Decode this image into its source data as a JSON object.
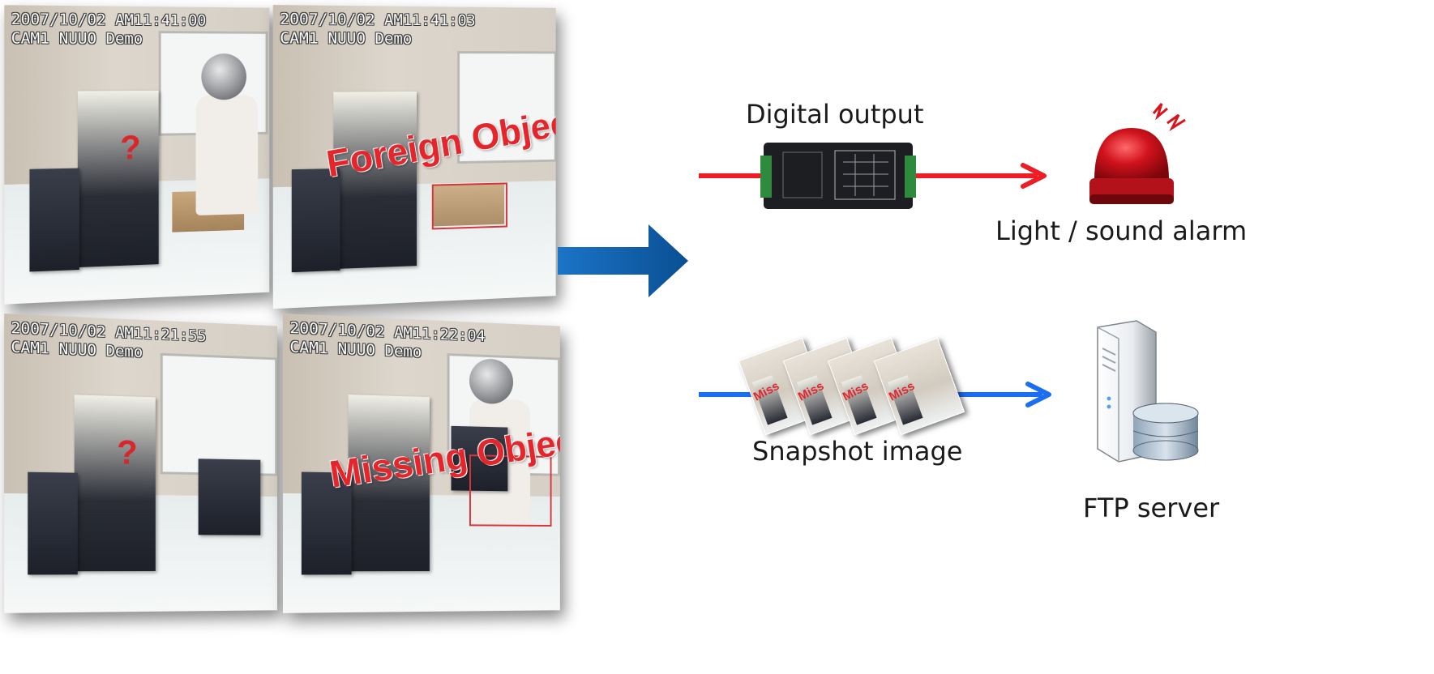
{
  "frames": {
    "top_left": {
      "timestamp": "2007/10/02 AM11:41:00",
      "camera": "CAM1 NUUO Demo"
    },
    "top_right": {
      "timestamp": "2007/10/02 AM11:41:03",
      "camera": "CAM1 NUUO Demo",
      "alert": "Foreign Object"
    },
    "bottom_left": {
      "timestamp": "2007/10/02 AM11:21:55",
      "camera": "CAM1 NUUO Demo"
    },
    "bottom_right": {
      "timestamp": "2007/10/02 AM11:22:04",
      "camera": "CAM1 NUUO Demo",
      "alert": "Missing Object"
    }
  },
  "outputs": {
    "digital_output_label": "Digital output",
    "alarm_label": "Light / sound alarm",
    "snapshot_label": "Snapshot image",
    "ftp_label": "FTP server"
  },
  "colors": {
    "alarm_arrow": "#ee1c24",
    "snapshot_arrow": "#1a6ff0",
    "main_arrow": "#0f5ca6",
    "alert_text": "#e3262b"
  },
  "icons": [
    "big-right-arrow-icon",
    "io-relay-box-icon",
    "red-siren-icon",
    "snapshot-stack-icon",
    "ftp-server-icon"
  ]
}
